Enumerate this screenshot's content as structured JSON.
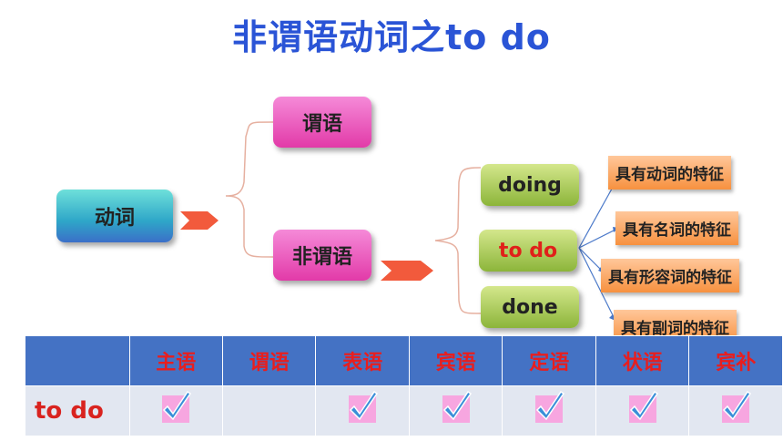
{
  "title": "非谓语动词之to do",
  "nodes": {
    "root": "动词",
    "predicate": "谓语",
    "non_predicate": "非谓语",
    "forms": [
      "doing",
      "to do",
      "done"
    ]
  },
  "features": [
    "具有动词的特征",
    "具有名词的特征",
    "具有形容词的特征",
    "具有副词的特征"
  ],
  "table": {
    "headers": [
      "",
      "主语",
      "谓语",
      "表语",
      "宾语",
      "定语",
      "状语",
      "宾补"
    ],
    "row_label": "to do",
    "checks": [
      true,
      false,
      true,
      true,
      true,
      true,
      true
    ]
  },
  "colors": {
    "title": "#2a54d6",
    "table_header": "#4472c4",
    "header_text": "#e81e1e",
    "to_do_text": "#e0201a"
  }
}
